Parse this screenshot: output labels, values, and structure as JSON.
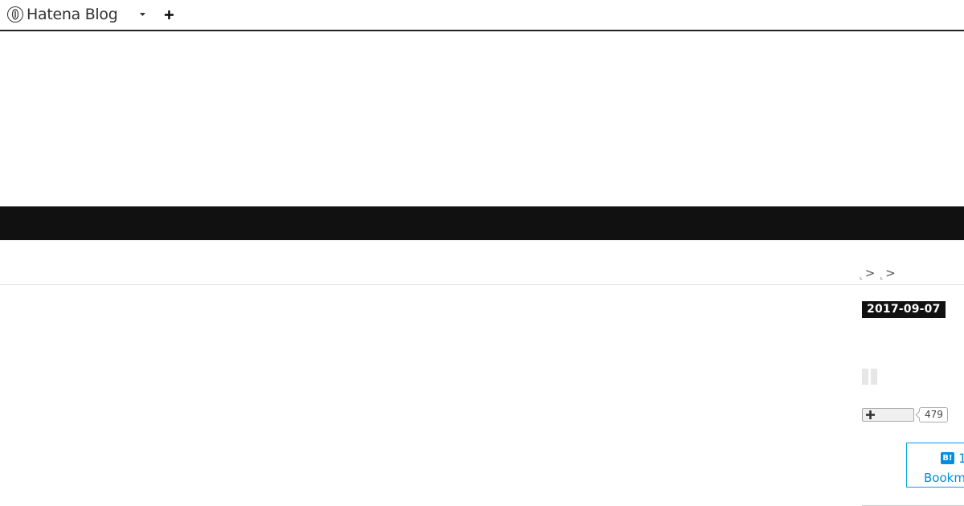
{
  "header": {
    "logo_text": "Hatena Blog",
    "dropdown_icon": "caret-down-icon",
    "add_icon": "plus-icon"
  },
  "breadcrumb": {
    "separator": ">",
    "items": [
      "",
      ""
    ]
  },
  "entry": {
    "date": "2017-09-07",
    "star_add_icon": "plus-icon",
    "bookmark_count": "479",
    "bookmark_button": {
      "icon_text": "B!",
      "count": "1",
      "label": "Bookmark"
    }
  },
  "colors": {
    "header_border": "#222222",
    "band": "#111111",
    "date_badge_bg": "#111111",
    "bookmark_blue": "#008fde"
  }
}
